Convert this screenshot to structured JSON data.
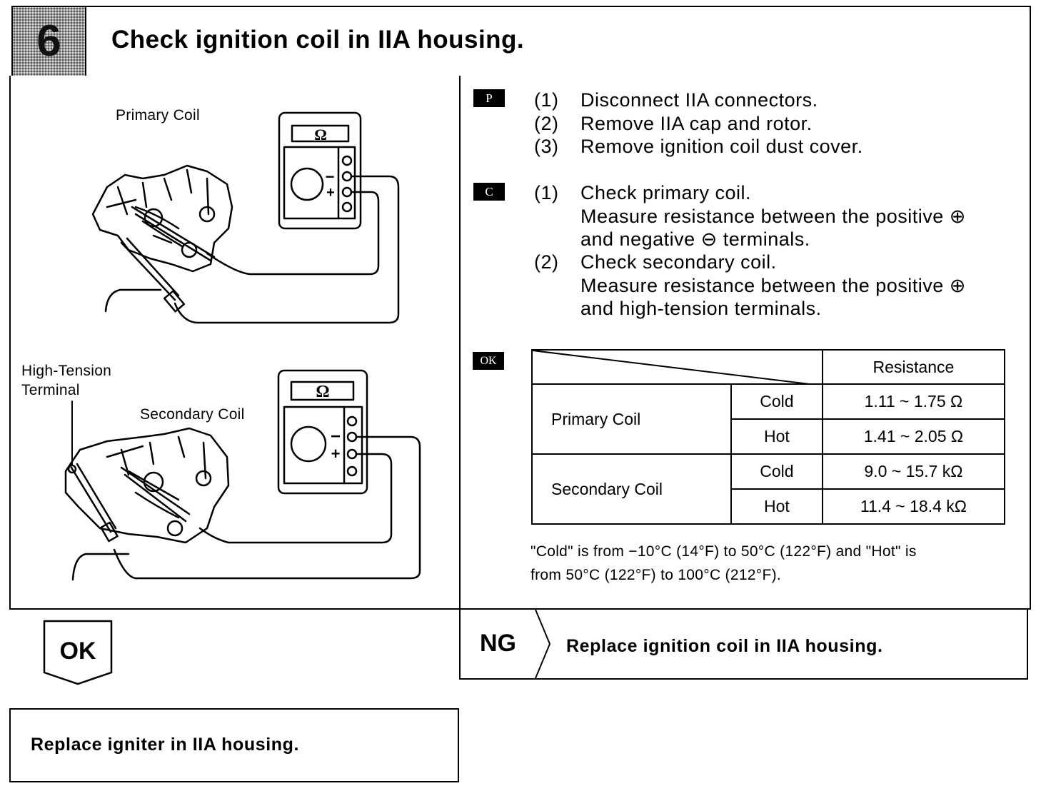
{
  "header": {
    "step_number": "6",
    "title": "Check ignition coil in IIA housing."
  },
  "illustration": {
    "primary_coil_label": "Primary Coil",
    "high_tension_label_line1": "High-Tension",
    "high_tension_label_line2": "Terminal",
    "secondary_coil_label": "Secondary Coil",
    "ohm_symbol": "Ω",
    "minus_symbol": "−",
    "plus_symbol": "+"
  },
  "preparation": {
    "tag": "P",
    "steps": [
      {
        "num": "(1)",
        "text": "Disconnect IIA connectors."
      },
      {
        "num": "(2)",
        "text": "Remove IIA cap and rotor."
      },
      {
        "num": "(3)",
        "text": "Remove ignition coil dust cover."
      }
    ]
  },
  "check": {
    "tag": "C",
    "step1_num": "(1)",
    "step1_line1": "Check primary coil.",
    "step1_line2": "Measure resistance between the positive ⊕",
    "step1_line3": "and negative ⊖ terminals.",
    "step2_num": "(2)",
    "step2_line1": "Check secondary coil.",
    "step2_line2": "Measure resistance between the positive ⊕",
    "step2_line3": "and high-tension terminals."
  },
  "ok_spec": {
    "tag": "OK",
    "header": "Resistance",
    "rows": [
      {
        "coil": "Primary Coil",
        "cold_label": "Cold",
        "cold_value": "1.11 ~ 1.75 Ω",
        "hot_label": "Hot",
        "hot_value": "1.41 ~ 2.05 Ω"
      },
      {
        "coil": "Secondary Coil",
        "cold_label": "Cold",
        "cold_value": "9.0 ~ 15.7 kΩ",
        "hot_label": "Hot",
        "hot_value": "11.4 ~ 18.4 kΩ"
      }
    ],
    "note_line1": "\"Cold\" is from −10°C (14°F) to 50°C (122°F) and \"Hot\" is",
    "note_line2": "from 50°C (122°F) to 100°C (212°F)."
  },
  "ng": {
    "label": "NG",
    "action": "Replace ignition coil in IIA housing."
  },
  "ok_result": {
    "label": "OK",
    "action": "Replace igniter in IIA housing."
  }
}
